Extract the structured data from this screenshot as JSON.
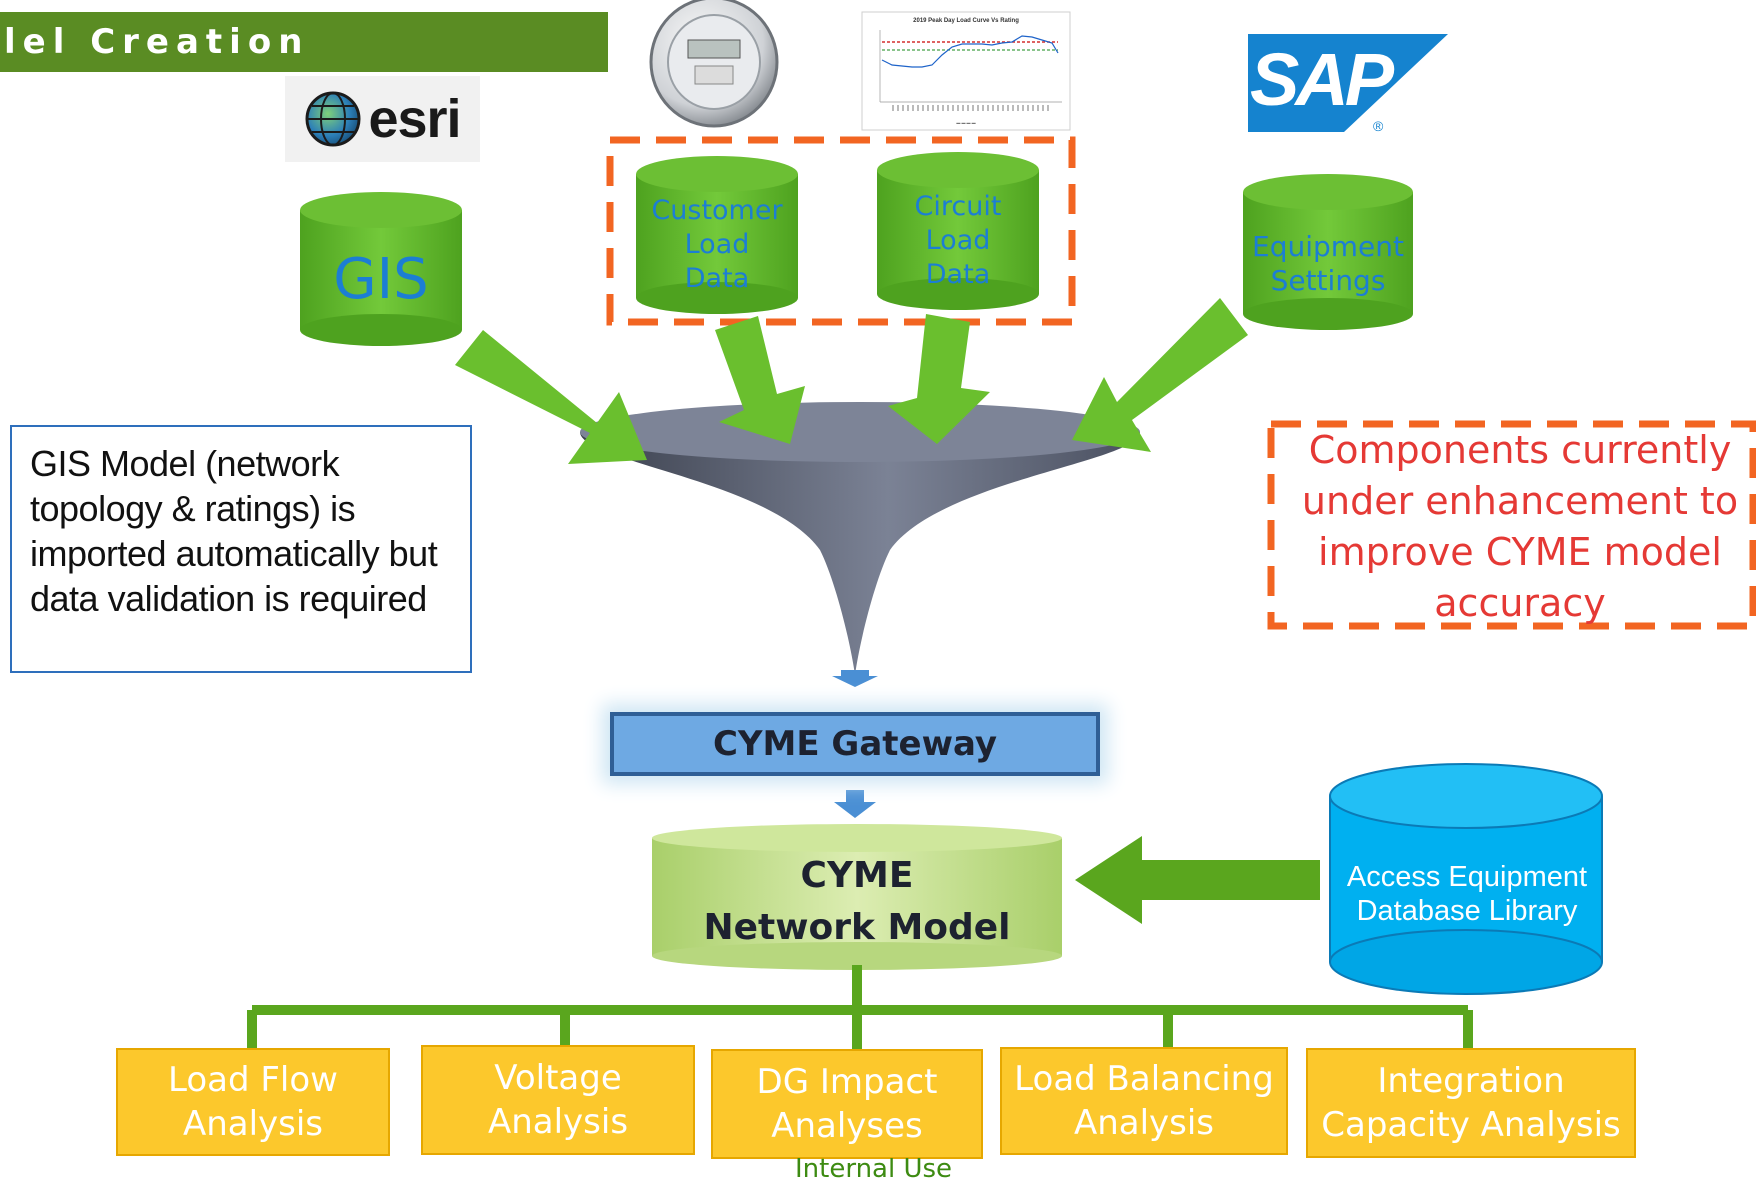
{
  "title": "lel Creation",
  "logos": {
    "esri": "esri",
    "sap": "SAP",
    "sap_registered": "®",
    "load_chart_title": "2019 Peak Day Load Curve Vs Rating"
  },
  "sources": {
    "gis": "GIS",
    "customer_load": [
      "Customer",
      "Load",
      "Data"
    ],
    "circuit_load": [
      "Circuit",
      "Load",
      "Data"
    ],
    "equipment": [
      "Equipment",
      "Settings"
    ]
  },
  "gis_note": "GIS Model (network topology & ratings) is imported automatically but data validation is required",
  "enhancement_note": "Components currently under enhancement to improve CYME model accuracy",
  "gateway": "CYME Gateway",
  "network_model": [
    "CYME",
    "Network Model"
  ],
  "access_db": [
    "Access Equipment",
    "Database Library"
  ],
  "analyses": [
    [
      "Load Flow",
      "Analysis"
    ],
    [
      "Voltage",
      "Analysis"
    ],
    [
      "DG Impact",
      "Analyses"
    ],
    [
      "Load Balancing",
      "Analysis"
    ],
    [
      "Integration",
      "Capacity Analysis"
    ]
  ],
  "footer": "Internal Use",
  "colors": {
    "title_bar": "#5a8c23",
    "cylinder_green": "#5fb82a",
    "label_blue": "#1c7ed4",
    "arrow_green": "#6abf2e",
    "dashed_orange": "#f26522",
    "note_border": "#2e6fbc",
    "enhancement_text": "#e53935",
    "gateway_blue": "#6ea9e3",
    "network_green": "#c6e08f",
    "access_blue": "#00b0f0",
    "analysis_yellow": "#fcc82c",
    "tree_green": "#5aa61e"
  },
  "icons": [
    "electric-meter-icon",
    "esri-globe-icon",
    "load-curve-thumbnail",
    "sap-logo"
  ]
}
